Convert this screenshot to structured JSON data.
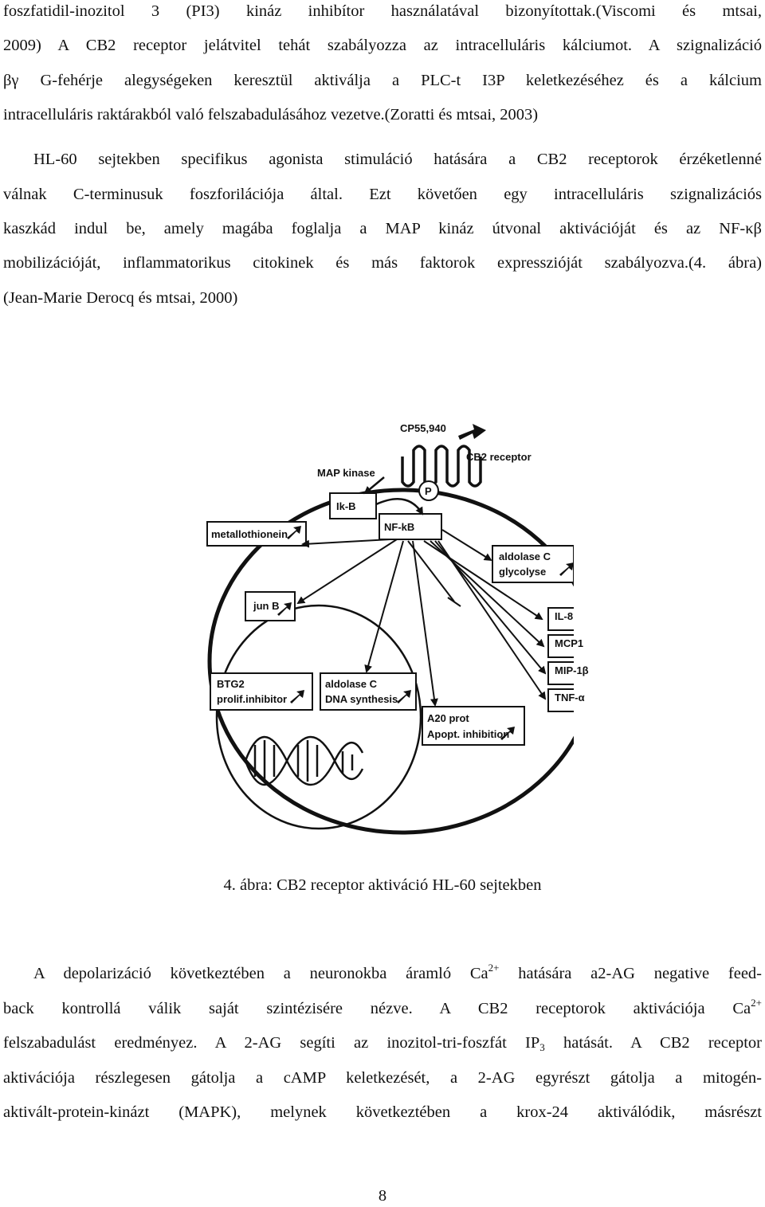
{
  "paragraph1": {
    "lines": [
      "foszfatidil-inozitol 3 (PI3) kináz inhibítor használatával bizonyítottak.(Viscomi és mtsai,",
      "2009) A CB2 receptor jelátvitel tehát szabályozza az intracelluláris kálciumot. A szignalizáció",
      "βγ G-fehérje alegységeken keresztül aktiválja a PLC-t I3P keletkezéséhez és a kálcium",
      "intracelluláris raktárakból való felszabadulásához vezetve.(Zoratti és mtsai, 2003)"
    ]
  },
  "paragraph2": {
    "lines": [
      "HL-60 sejtekben specifikus agonista stimuláció hatására a CB2 receptorok érzéketlenné",
      "válnak C-terminusuk foszforilációja által. Ezt követően egy intracelluláris szignalizációs",
      "kaszkád indul be, amely magába foglalja a MAP kináz útvonal aktivációját és az NF-κβ",
      "mobilizációját, inflammatorikus citokinek és más faktorok expresszióját szabályozva.(4. ábra)",
      "(Jean-Marie Derocq és mtsai, 2000)"
    ]
  },
  "figure": {
    "labels": {
      "cp55940": "CP55,940",
      "cb2_receptor": "CB2 receptor",
      "map_kinase": "MAP kinase",
      "p": "P",
      "ik_b": "Ik-B",
      "nf_kb": "NF-kB",
      "metallothionein": "metallothionein",
      "aldolase_glycolyse_1": "aldolase C",
      "aldolase_glycolyse_2": "glycolyse",
      "jun_b": "jun B",
      "il8": "IL-8",
      "mcp1": "MCP1",
      "mip1b": "MIP-1β",
      "tnfa": "TNF-α",
      "btg2_1": "BTG2",
      "btg2_2": "prolif.inhibitor",
      "aldolase_dna_1": "aldolase C",
      "aldolase_dna_2": "DNA synthesis",
      "a20_1": "A20 prot",
      "a20_2": "Apopt. inhibition"
    },
    "caption": "4. ábra: CB2 receptor aktiváció HL-60 sejtekben"
  },
  "paragraph3": {
    "l1_a": "A depolarizáció következtében a neuronokba áramló Ca",
    "l1_sup": "2+",
    "l1_b": " hatására a2-AG negative feed-",
    "l2_a": "back kontrollá válik saját szintézisére nézve. A CB2 receptorok aktivációja Ca",
    "l2_sup": "2+",
    "l3_a": "felszabadulást eredményez. A 2-AG segíti az inozitol-tri-foszfát IP",
    "l3_sub": "3",
    "l3_b": " hatását. A CB2 receptor",
    "l4": "aktivációja részlegesen gátolja a cAMP keletkezését, a 2-AG egyrészt gátolja a mitogén-",
    "l5": "aktivált-protein-kinázt (MAPK), melynek következtében a krox-24 aktiválódik, másrészt"
  },
  "page_number": "8"
}
